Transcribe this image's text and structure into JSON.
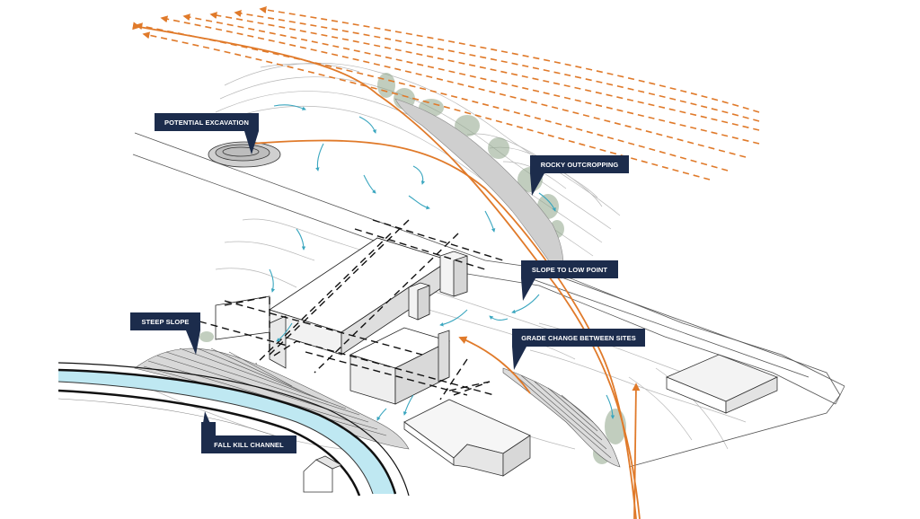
{
  "colors": {
    "callout_bg": "#1c2c4c",
    "callout_text": "#ffffff",
    "wind_arrow": "#e07a2a",
    "drainage_arrow": "#3aa6bf",
    "water": "#bfe8f2",
    "lines": "#222222",
    "contours": "#b8b8b8",
    "vegetation": "#8fa68a"
  },
  "callouts": [
    {
      "id": "potential-excavation",
      "label": "POTENTIAL EXCAVATION"
    },
    {
      "id": "rocky-outcropping",
      "label": "ROCKY OUTCROPPING"
    },
    {
      "id": "slope-to-low-point",
      "label": "SLOPE TO LOW POINT"
    },
    {
      "id": "steep-slope",
      "label": "STEEP SLOPE"
    },
    {
      "id": "grade-change-between-sites",
      "label": "GRADE CHANGE BETWEEN SITES"
    },
    {
      "id": "fall-kill-channel",
      "label": "FALL KILL CHANNEL"
    }
  ]
}
